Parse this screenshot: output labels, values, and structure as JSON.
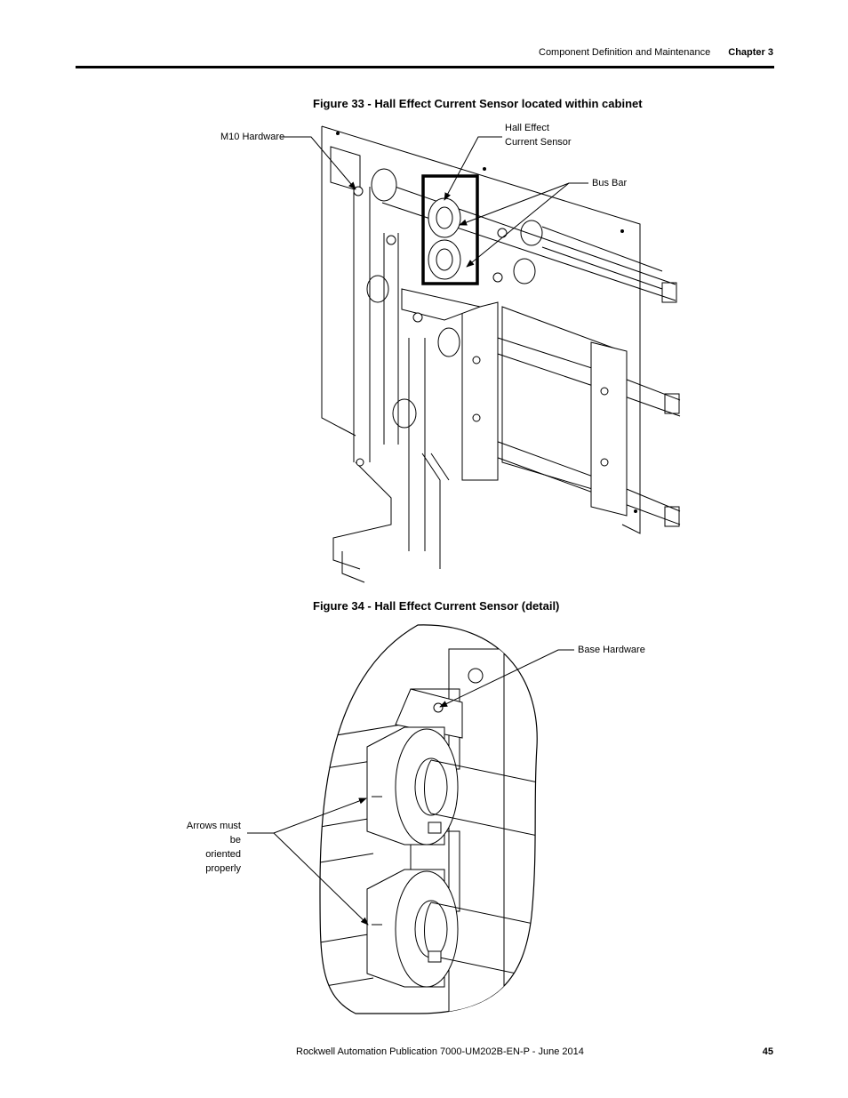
{
  "header": {
    "section": "Component Definition and Maintenance",
    "chapter": "Chapter 3"
  },
  "figure33": {
    "caption": "Figure 33 - Hall Effect Current Sensor located within cabinet",
    "labels": {
      "m10": "M10 Hardware",
      "hall_line1": "Hall Effect",
      "hall_line2": "Current Sensor",
      "busbar": "Bus Bar"
    }
  },
  "figure34": {
    "caption": "Figure 34 - Hall Effect Current Sensor (detail)",
    "labels": {
      "base": "Base Hardware",
      "arrows_line1": "Arrows must be",
      "arrows_line2": "oriented properly"
    }
  },
  "footer": {
    "publication": "Rockwell Automation Publication 7000-UM202B-EN-P - June 2014",
    "page": "45"
  }
}
